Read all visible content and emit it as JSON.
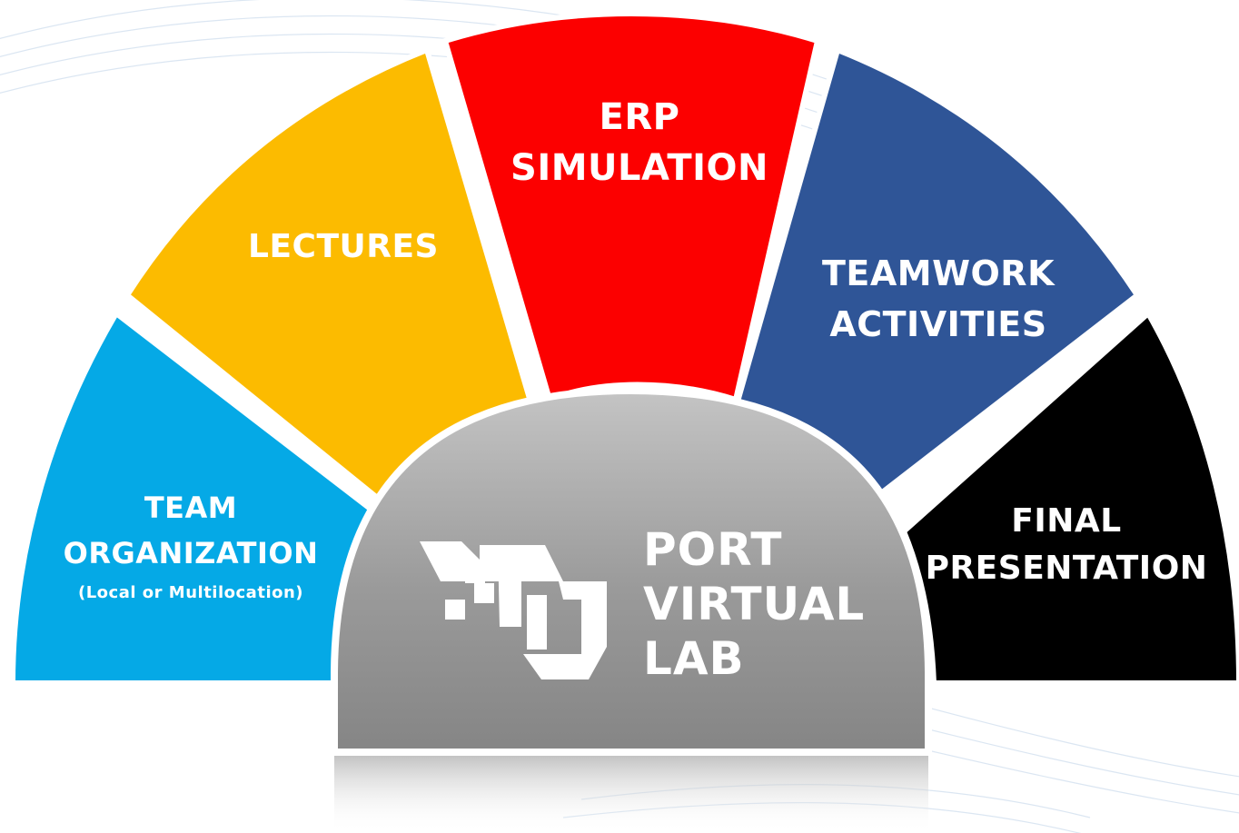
{
  "diagram": {
    "segments": [
      {
        "id": "team-organization",
        "lines": [
          "TEAM",
          "ORGANIZATION"
        ],
        "sub": "(Local or Multilocation)",
        "color": "#05a9e6"
      },
      {
        "id": "lectures",
        "lines": [
          "LECTURES"
        ],
        "color": "#fcbb00"
      },
      {
        "id": "erp-simulation",
        "lines": [
          "ERP",
          "SIMULATION"
        ],
        "color": "#fc0000"
      },
      {
        "id": "teamwork-activities",
        "lines": [
          "TEAMWORK",
          "ACTIVITIES"
        ],
        "color": "#2f5597"
      },
      {
        "id": "final-presentation",
        "lines": [
          "FINAL",
          "PRESENTATION"
        ],
        "color": "#000000"
      }
    ],
    "hub": {
      "lines": [
        "PORT",
        "VIRTUAL",
        "LAB"
      ],
      "logo": "port-virtual-lab-logo",
      "color": "#8c8c8c"
    }
  }
}
